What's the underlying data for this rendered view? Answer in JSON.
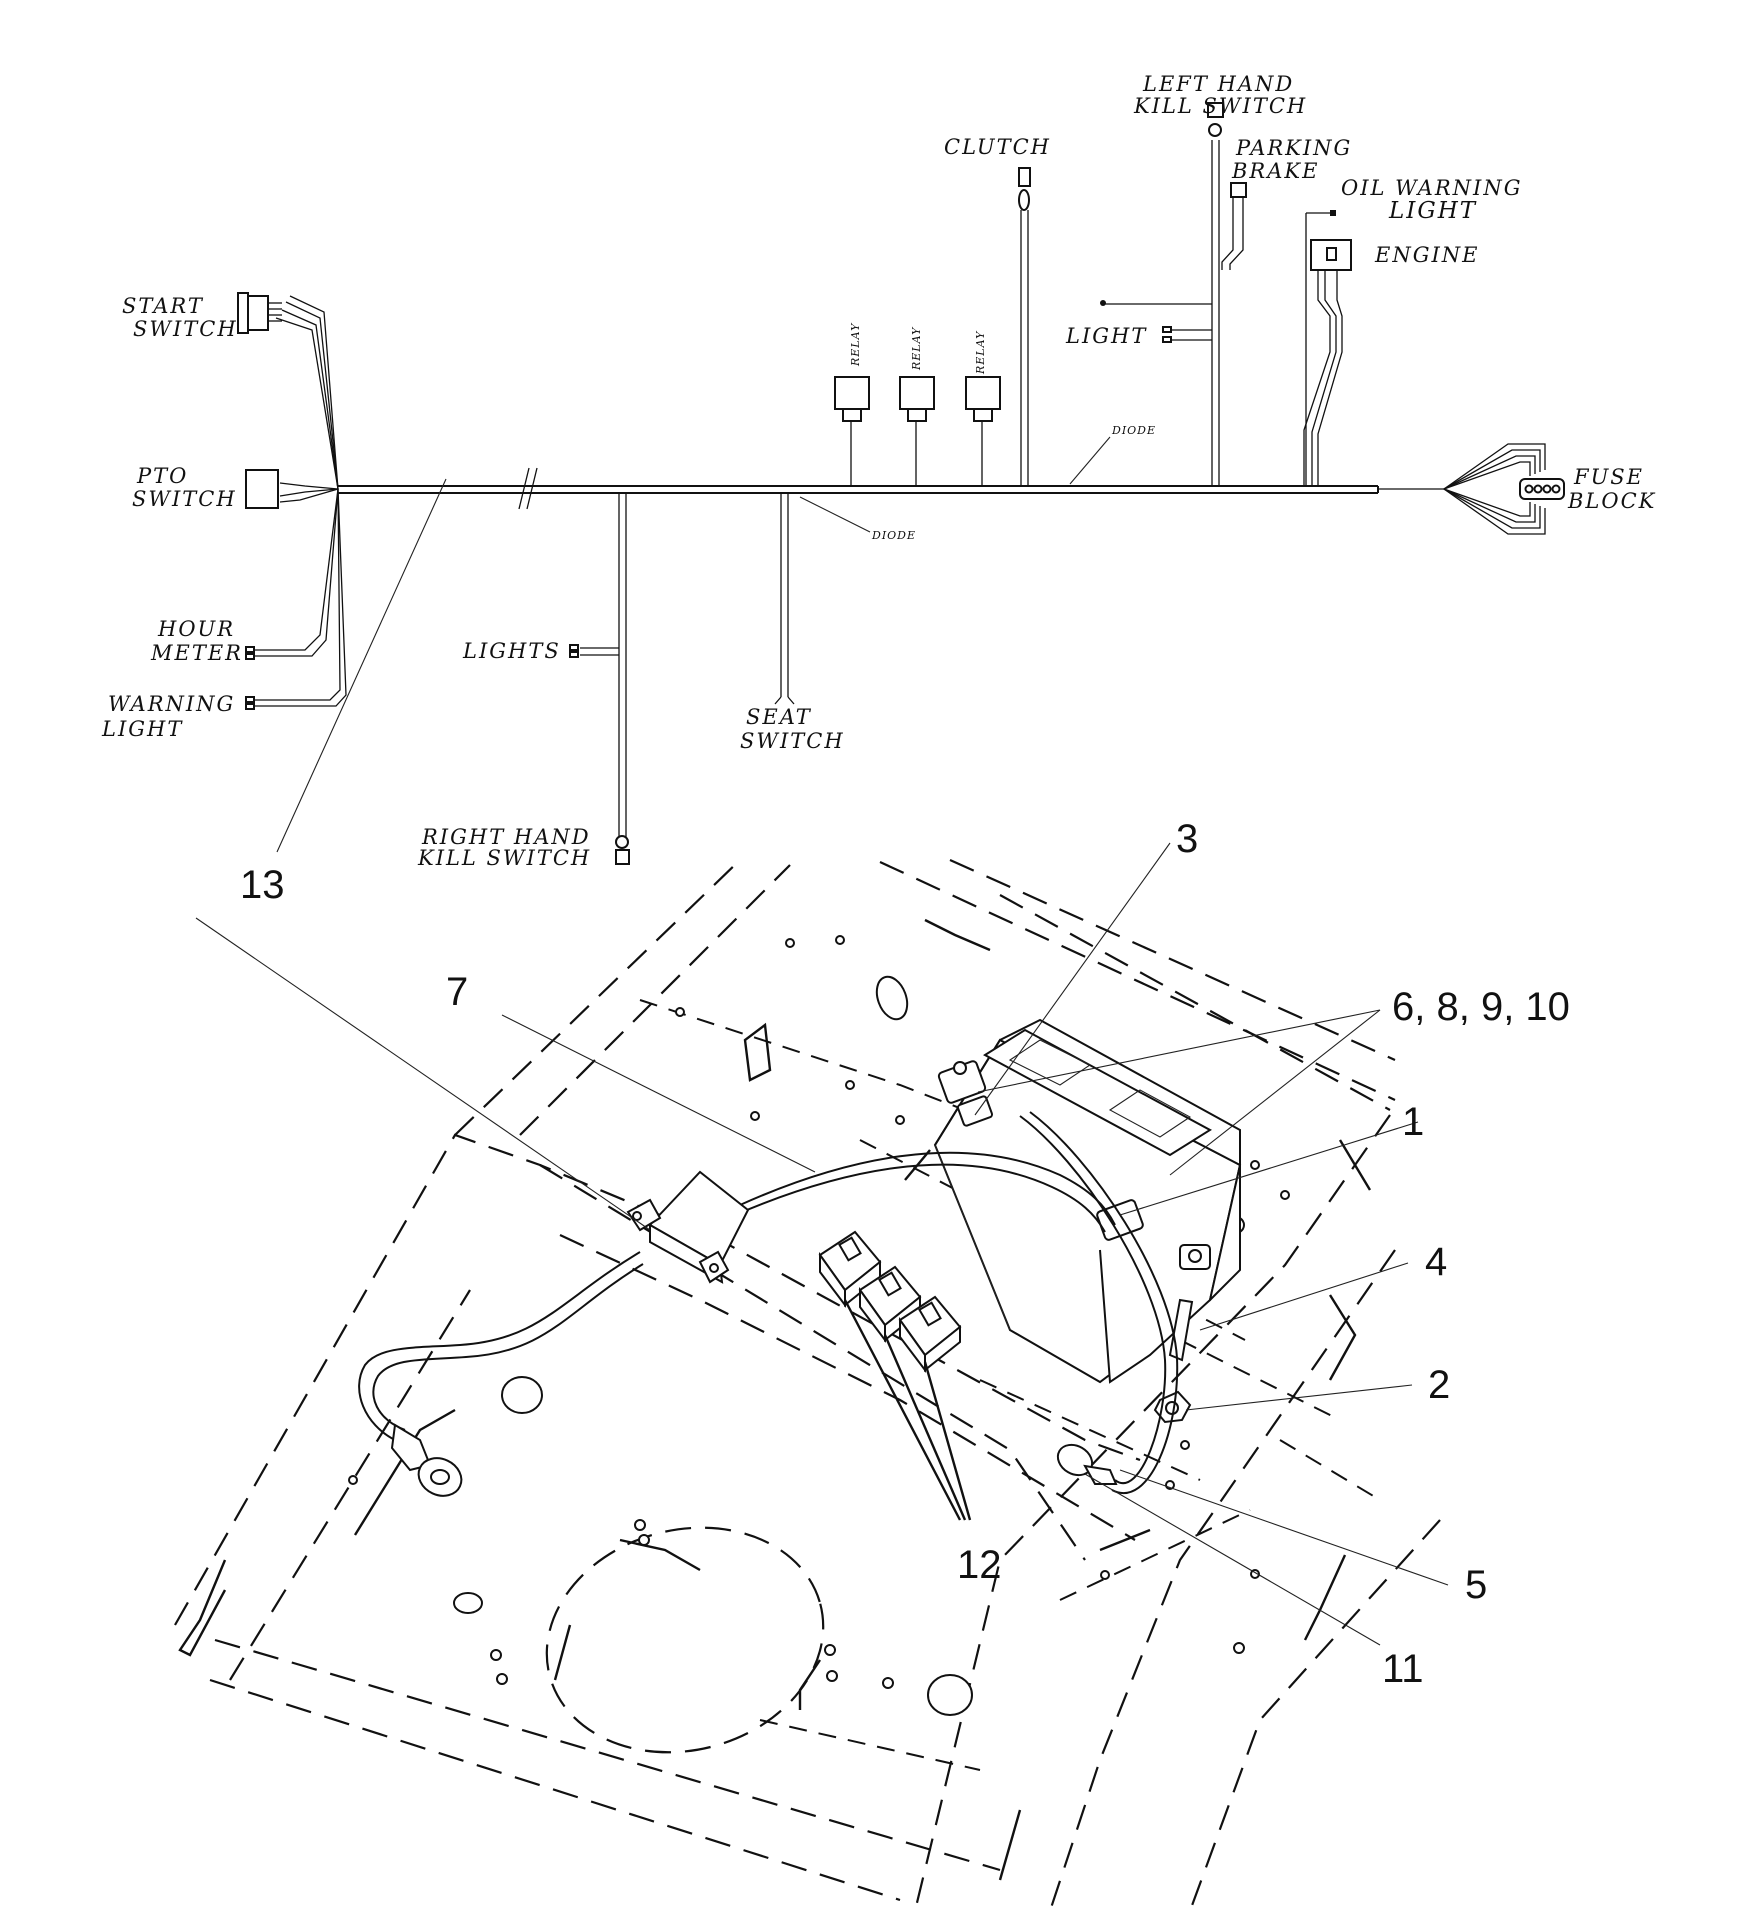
{
  "schematic_labels": {
    "left_hand_kill_switch": [
      "LEFT HAND",
      "KILL SWITCH"
    ],
    "clutch": "CLUTCH",
    "parking_brake": [
      "PARKING",
      "BRAKE"
    ],
    "oil_warning_light": [
      "OIL WARNING",
      "LIGHT"
    ],
    "engine": "ENGINE",
    "start_switch": [
      "START",
      "SWITCH"
    ],
    "pto_switch": [
      "PTO",
      "SWITCH"
    ],
    "hour_meter": [
      "HOUR",
      "METER"
    ],
    "warning_light": [
      "WARNING",
      "LIGHT"
    ],
    "lights_center": "LIGHTS",
    "light_right": "LIGHT",
    "seat_switch": [
      "SEAT",
      "SWITCH"
    ],
    "right_hand_kill_switch": [
      "RIGHT HAND",
      "KILL SWITCH"
    ],
    "fuse_block": [
      "FUSE",
      "BLOCK"
    ],
    "relay": "RELAY",
    "diode": "DIODE"
  },
  "callouts": {
    "c1": "1",
    "c2": "2",
    "c3": "3",
    "c4": "4",
    "c5": "5",
    "c6": "6, 8, 9, 10",
    "c7": "7",
    "c11": "11",
    "c12": "12",
    "c13": "13"
  }
}
